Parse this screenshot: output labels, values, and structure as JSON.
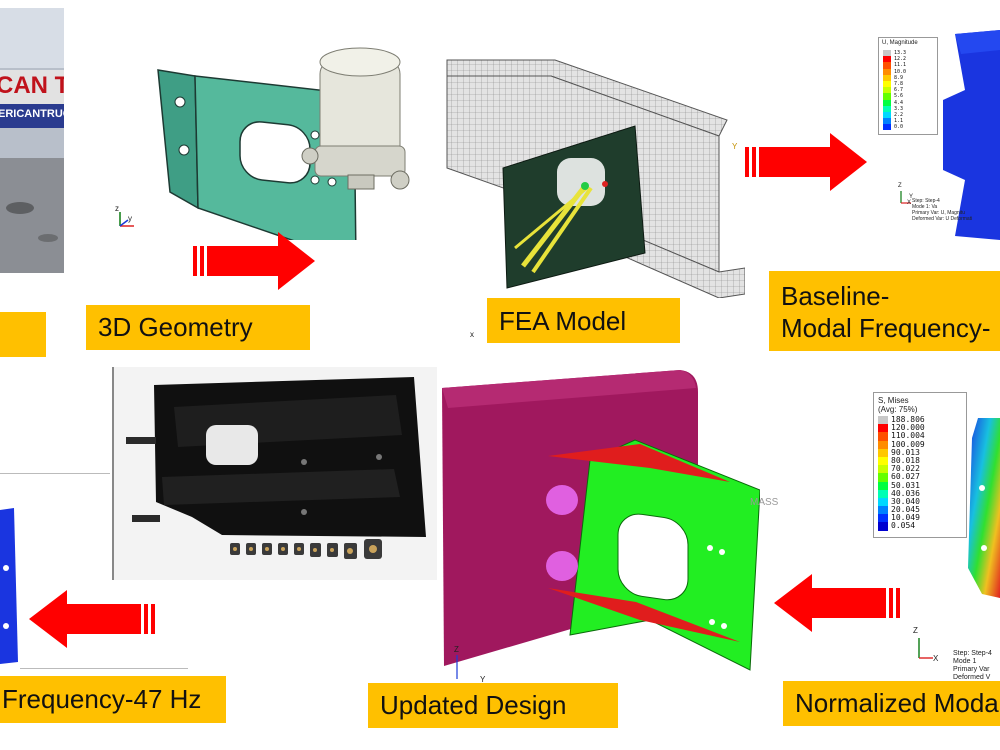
{
  "stages": {
    "geometry": "3D Geometry",
    "fea": "FEA Model",
    "baseline_line1": "Baseline-",
    "baseline_line2": "Modal Frequency-",
    "normalized": "Normalized Moda",
    "updated": "Updated Design",
    "final": "Frequency-47 Hz"
  },
  "photo_sign": {
    "line1": "CAN TRU",
    "line2": "ERICANTRUCK.C"
  },
  "mass_label": "MASS",
  "legend_disp": {
    "title": "U, Magnitude",
    "values": [
      "13.3",
      "12.2",
      "11.1",
      "10.0",
      "8.9",
      "7.8",
      "6.7",
      "5.6",
      "4.4",
      "3.3",
      "2.2",
      "1.1",
      "0.0"
    ],
    "status_lines": [
      "Step: Step-4",
      "Mode    1: Va",
      "Primary Var: U, Magnitu",
      "Deformed Var: U  Deformati"
    ]
  },
  "legend_stress": {
    "title_line1": "S, Mises",
    "title_line2": "(Avg: 75%)",
    "values": [
      "188.806",
      "120.000",
      "110.004",
      "100.009",
      "90.013",
      "80.018",
      "70.022",
      "60.027",
      "50.031",
      "40.036",
      "30.040",
      "20.045",
      "10.049",
      "0.054"
    ],
    "status_lines": [
      "Step: Step-4",
      "Mode    1",
      "Primary Var",
      "Deformed V"
    ]
  },
  "triad": {
    "x": "x",
    "y": "y",
    "z": "z",
    "X": "X",
    "Y": "Y",
    "Z": "Z"
  },
  "colors": {
    "label_bg": "#ffc000",
    "arrow_red": "#ff0000",
    "bracket_teal": "#4fb59a",
    "bracket_green": "#22ee22",
    "rail_magenta": "#a0185e",
    "model_blue": "#1a35e0"
  }
}
